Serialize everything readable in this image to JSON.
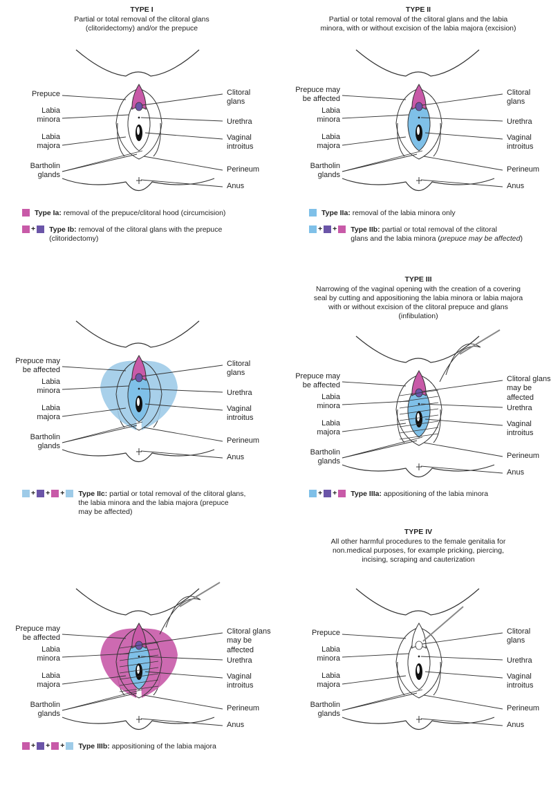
{
  "colors": {
    "pink": "#c85aa8",
    "purple": "#6b55a8",
    "blue": "#7fc0e8",
    "lightblue": "#9ecbe8",
    "line": "#333333"
  },
  "panels": [
    {
      "id": "type1",
      "title": "TYPE I",
      "description": "Partial or total removal of the clitoral glans\n(clitoridectomy) and/or the prepuce",
      "left_labels": [
        "Prepuce",
        "Labia\nminora",
        "Labia\nmajora",
        "Bartholin\nglands"
      ],
      "right_labels": [
        "Clitoral\nglans",
        "Urethra",
        "Vaginal\nintroitus",
        "Perineum",
        "Anus"
      ],
      "legend": [
        {
          "swatches": [
            "pink"
          ],
          "bold": "Type Ia:",
          "text": " removal of the prepuce/clitoral hood (circumcision)"
        },
        {
          "swatches": [
            "pink",
            "purple"
          ],
          "bold": "Type Ib:",
          "text": " removal of the clitoral glans with the prepuce\n(clitoridectomy)"
        }
      ]
    },
    {
      "id": "type2",
      "title": "TYPE II",
      "description": "Partial or total removal of the clitoral glans and the labia\nminora, with or without excision of the labia majora (excision)",
      "left_labels": [
        "Prepuce may\nbe affected",
        "Labia\nminora",
        "Labia\nmajora",
        "Bartholin\nglands"
      ],
      "right_labels": [
        "Clitoral\nglans",
        "Urethra",
        "Vaginal\nintroitus",
        "Perineum",
        "Anus"
      ],
      "legend": [
        {
          "swatches": [
            "blue"
          ],
          "bold": "Type IIa:",
          "text": " removal of the labia minora only"
        },
        {
          "swatches": [
            "blue",
            "purple",
            "pink"
          ],
          "bold": "Type IIb:",
          "text": " partial or total removal of the clitoral\nglans and the labia minora (",
          "italic": "prepuce may be affected",
          "tail": ")"
        }
      ]
    },
    {
      "id": "type2c",
      "title": "",
      "description": "",
      "left_labels": [
        "Prepuce may\nbe affected",
        "Labia\nminora",
        "Labia\nmajora",
        "Bartholin\nglands"
      ],
      "right_labels": [
        "Clitoral\nglans",
        "Urethra",
        "Vaginal\nintroitus",
        "Perineum",
        "Anus"
      ],
      "legend": [
        {
          "swatches": [
            "lightblue",
            "purple",
            "pink",
            "lightblue"
          ],
          "bold": "Type IIc:",
          "text": " partial or total removal of the clitoral glans,\nthe labia minora and the labia majora (prepuce\nmay be affected)"
        }
      ]
    },
    {
      "id": "type3",
      "title": "TYPE III",
      "description": "Narrowing of the vaginal opening with the creation of a covering\nseal by cutting and appositioning the labia minora or labia majora\nwith or without excision of the clitoral prepuce and glans\n(infibulation)",
      "left_labels": [
        "Prepuce may\nbe affected",
        "Labia\nminora",
        "Labia\nmajora",
        "Bartholin\nglands"
      ],
      "right_labels": [
        "Clitoral glans\nmay be affected",
        "Urethra",
        "Vaginal\nintroitus",
        "Perineum",
        "Anus"
      ],
      "legend": [
        {
          "swatches": [
            "blue",
            "purple",
            "pink"
          ],
          "bold": "Type IIIa:",
          "text": " appositioning of the labia minora"
        }
      ]
    },
    {
      "id": "type3b",
      "title": "",
      "description": "",
      "left_labels": [
        "Prepuce may\nbe affected",
        "Labia\nminora",
        "Labia\nmajora",
        "Bartholin\nglands"
      ],
      "right_labels": [
        "Clitoral glans\nmay be affected",
        "Urethra",
        "Vaginal\nintroitus",
        "Perineum",
        "Anus"
      ],
      "legend": [
        {
          "swatches": [
            "pink",
            "purple",
            "pink",
            "lightblue"
          ],
          "bold": "Type IIIb:",
          "text": " appositioning of the labia majora"
        }
      ]
    },
    {
      "id": "type4",
      "title": "TYPE IV",
      "description": "All other harmful procedures to the female genitalia for\nnon.medical purposes, for example pricking, piercing,\nincising, scraping and cauterization",
      "left_labels": [
        "Prepuce",
        "Labia\nminora",
        "Labia\nmajora",
        "Bartholin\nglands"
      ],
      "right_labels": [
        "Clitoral\nglans",
        "Urethra",
        "Vaginal\nintroitus",
        "Perineum",
        "Anus"
      ],
      "legend": []
    }
  ]
}
